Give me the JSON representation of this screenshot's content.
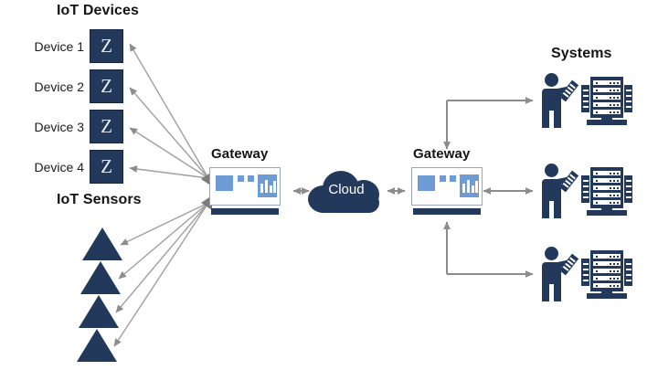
{
  "diagram": {
    "title_iot_devices": "IoT Devices",
    "title_iot_sensors": "IoT Sensors",
    "title_systems": "Systems",
    "gateway_left_label": "Gateway",
    "gateway_right_label": "Gateway",
    "cloud_label": "Cloud",
    "colors": {
      "navy": "#22395b",
      "accent_blue": "#6f9bd4",
      "arrow_gray": "#8c8c8c",
      "text": "#141414",
      "background": "#ffffff"
    },
    "devices": [
      {
        "label": "Device 1",
        "glyph": "Z"
      },
      {
        "label": "Device 2",
        "glyph": "Z"
      },
      {
        "label": "Device 3",
        "glyph": "Z"
      },
      {
        "label": "Device 4",
        "glyph": "Z"
      }
    ],
    "sensors": [
      {
        "name": "sensor-1"
      },
      {
        "name": "sensor-2"
      },
      {
        "name": "sensor-3"
      },
      {
        "name": "sensor-4"
      }
    ],
    "systems": [
      {
        "name": "system-1"
      },
      {
        "name": "system-2"
      },
      {
        "name": "system-3"
      }
    ]
  }
}
